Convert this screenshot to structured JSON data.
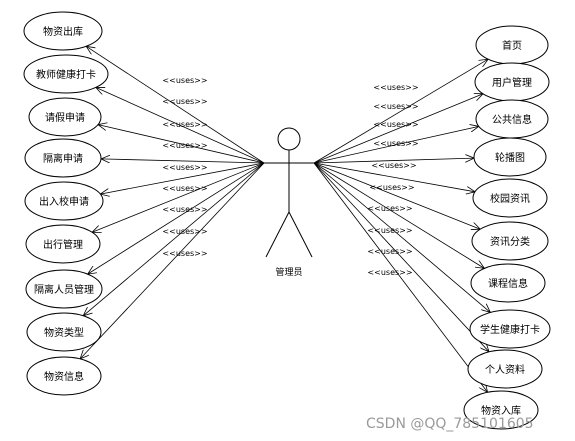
{
  "actor": {
    "label": "管理员"
  },
  "stereotype": "<<uses>>",
  "left_use_cases": [
    "物资出库",
    "教师健康打卡",
    "请假申请",
    "隔离申请",
    "出入校申请",
    "出行管理",
    "隔离人员管理",
    "物资类型",
    "物资信息"
  ],
  "right_use_cases": [
    "首页",
    "用户管理",
    "公共信息",
    "轮播图",
    "校园资讯",
    "资讯分类",
    "课程信息",
    "学生健康打卡",
    "个人资料",
    "物资入库"
  ],
  "watermark": "CSDN @QQ_785101605"
}
